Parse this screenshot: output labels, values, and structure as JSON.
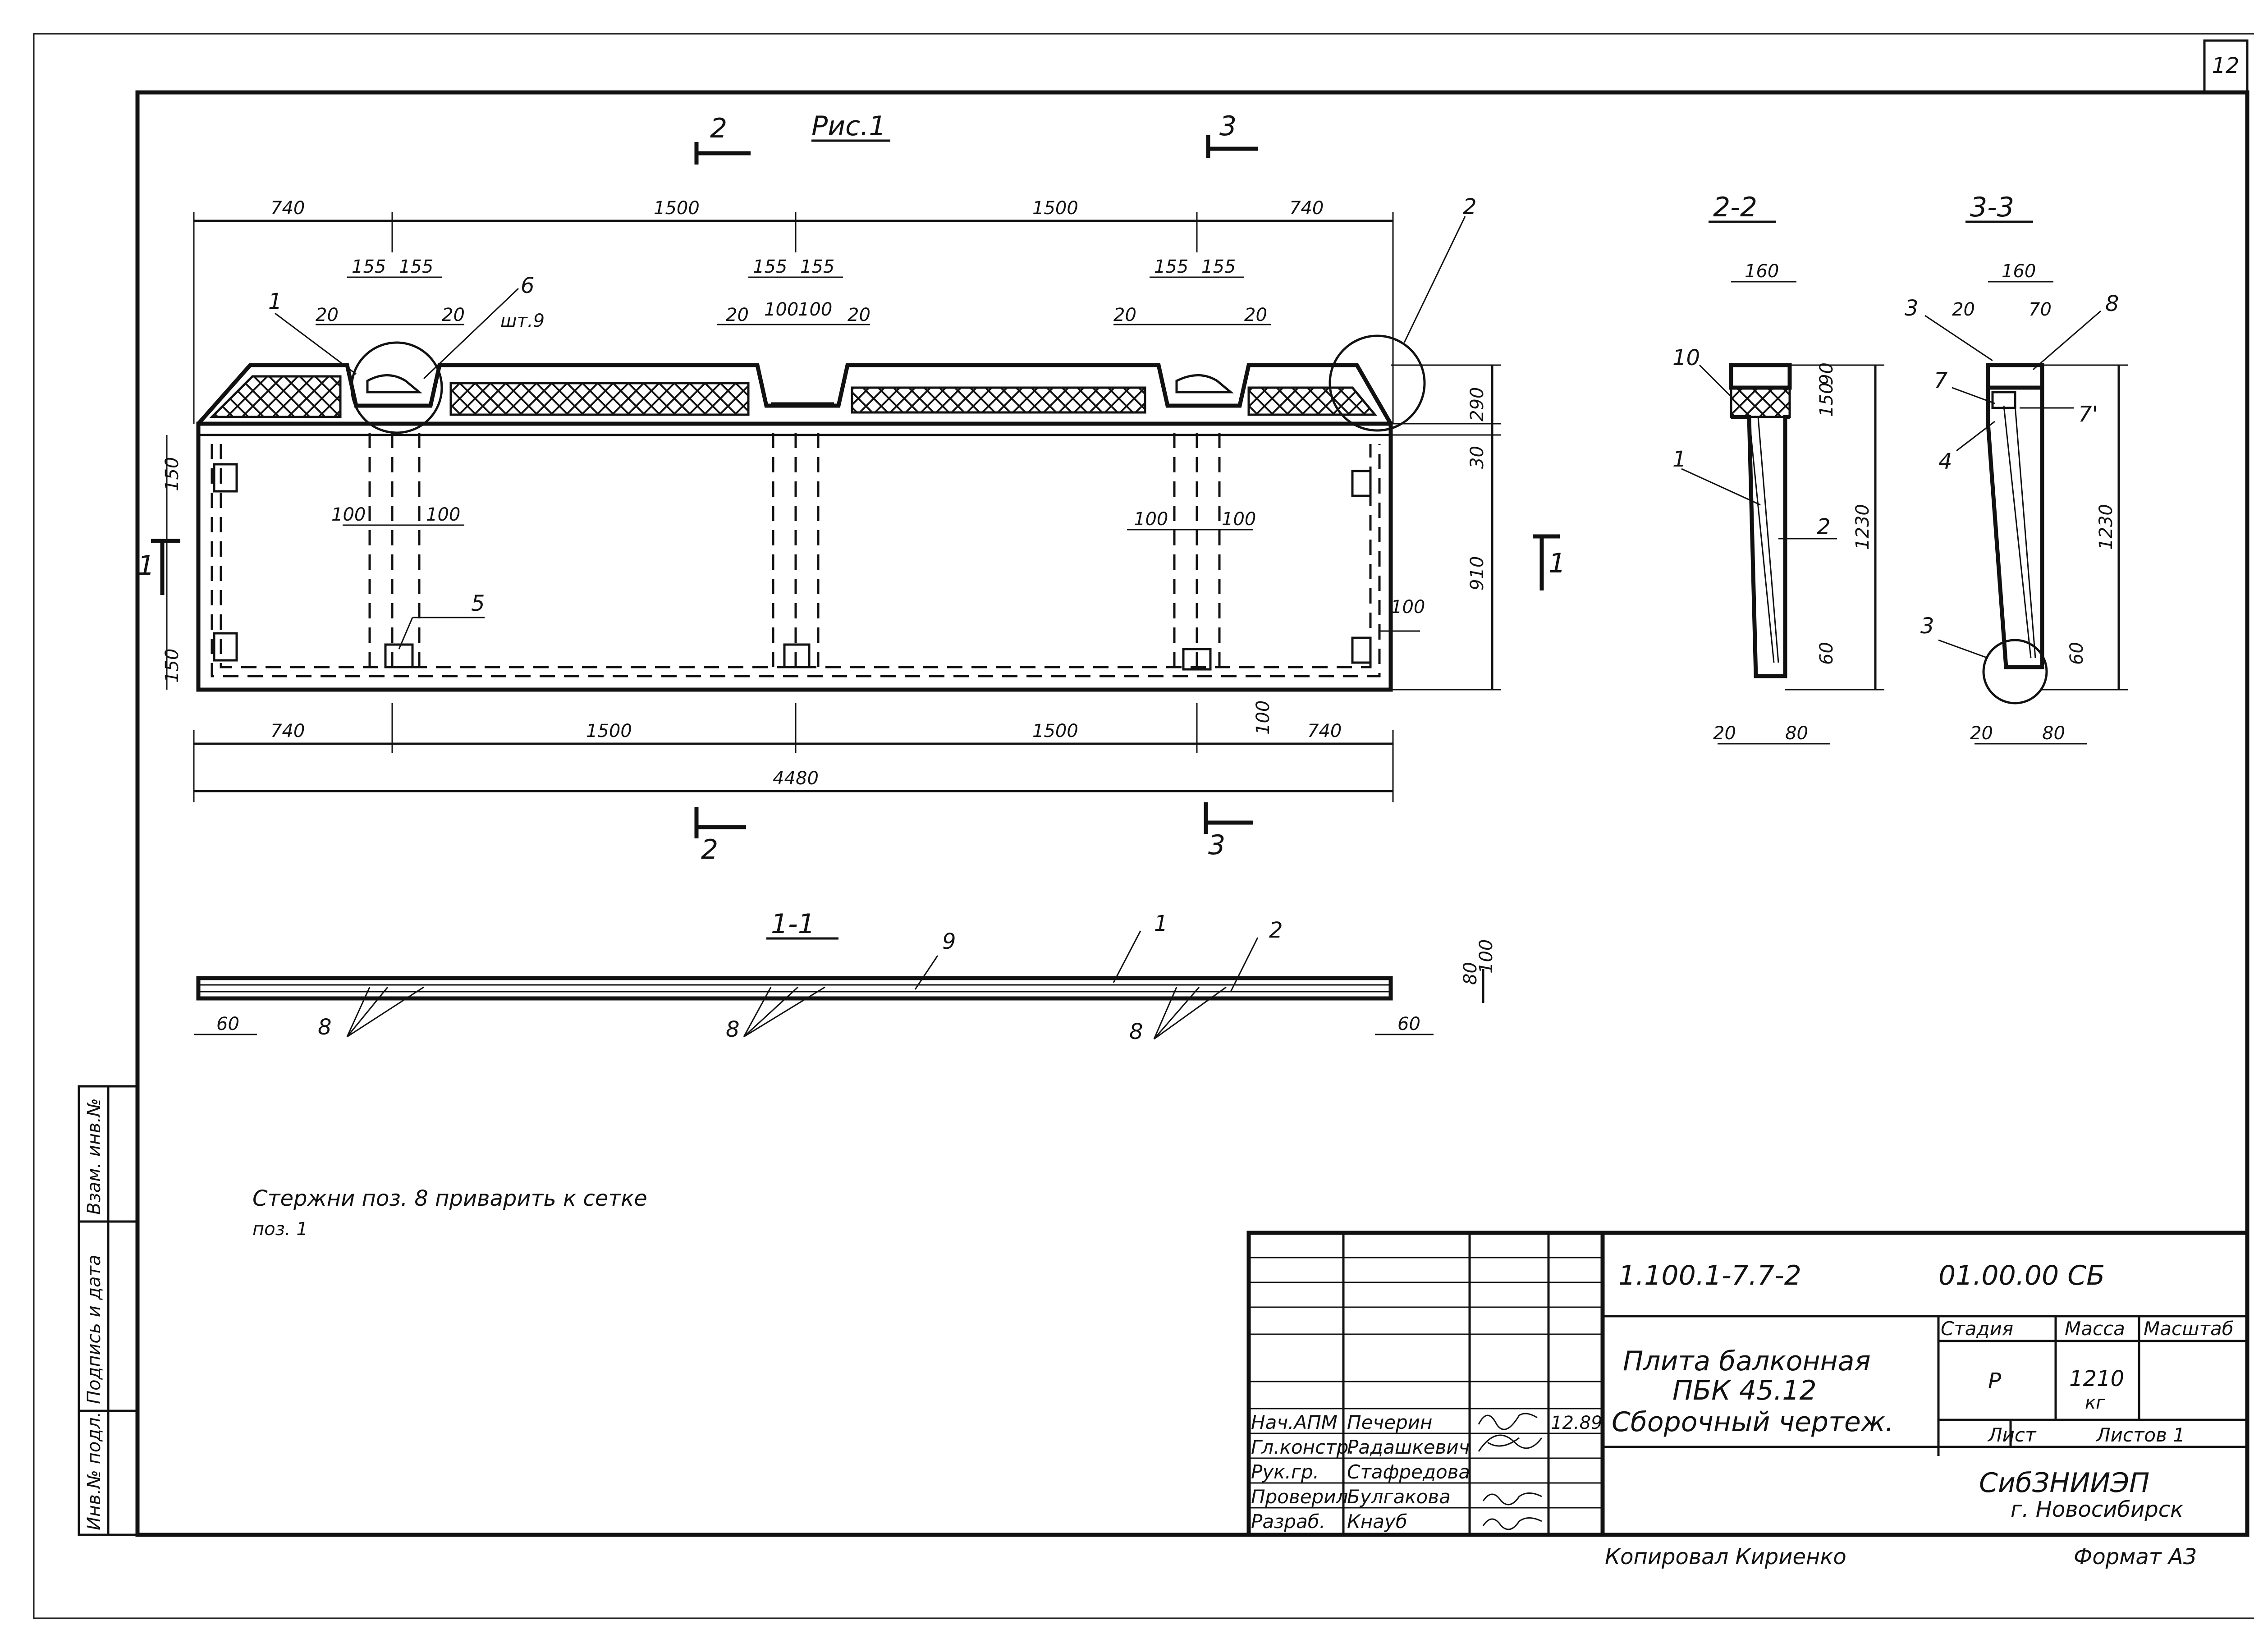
{
  "sheet": {
    "number": "12",
    "format": "Формат А3",
    "copied_by": "Копировал   Кириенко"
  },
  "plan": {
    "title": "Рис.1",
    "top_dims": [
      "740",
      "1500",
      "1500",
      "740"
    ],
    "bottom_dims": [
      "740",
      "1500",
      "1500",
      "740"
    ],
    "overall": "4480",
    "notch_dims": [
      "155",
      "155",
      "155",
      "155",
      "155",
      "155"
    ],
    "gap_dims": [
      "20",
      "20",
      "20",
      "20",
      "20",
      "20"
    ],
    "mid_notch": [
      "100",
      "100"
    ],
    "side_dims": [
      "290",
      "30",
      "910"
    ],
    "left_dims": [
      "150",
      "150"
    ],
    "inner_dims": [
      "100",
      "100",
      "100",
      "100"
    ],
    "right_small": "100",
    "bottom_small": "100",
    "pos_labels": [
      "1",
      "6",
      "шт.9",
      "2",
      "5"
    ],
    "section_marks": [
      "2",
      "3",
      "2",
      "3",
      "1",
      "1"
    ]
  },
  "section_11": {
    "title": "1-1",
    "labels": [
      "9",
      "1",
      "2",
      "8",
      "8",
      "8"
    ],
    "dims": [
      "60",
      "60",
      "80",
      "100"
    ]
  },
  "section_22": {
    "title": "2-2",
    "labels": [
      "10",
      "1",
      "2"
    ],
    "dims": [
      "160",
      "90",
      "150",
      "1230",
      "60",
      "20",
      "80"
    ]
  },
  "section_33": {
    "title": "3-3",
    "labels": [
      "3",
      "8",
      "7",
      "7'",
      "4",
      "3"
    ],
    "dims": [
      "160",
      "20",
      "70",
      "1230",
      "60",
      "20",
      "80"
    ]
  },
  "note": [
    "Стержни   поз. 8   приварить   к   сетке",
    "поз. 1"
  ],
  "side_stamp": [
    "Инв.№ подл.",
    "Подпись и дата",
    "Взам. инв.№"
  ],
  "title_block": {
    "doc_code": "1.100.1-7.7-2",
    "drawing_code": "01.00.00 СБ",
    "name_line1": "Плита   балконная",
    "name_line2": "ПБК 45.12",
    "name_line3": "Сборочный    чертеж.",
    "headers": [
      "Стадия",
      "Масса",
      "Масштаб"
    ],
    "stage": "Р",
    "mass": "1210",
    "mass_unit": "кг",
    "sheet_label": "Лист",
    "sheets_label": "Листов 1",
    "org": "СибЗНИИЭП",
    "city": "г. Новосибирск",
    "roles": [
      "Нач.АПМ",
      "Гл.констр.",
      "Рук.гр.",
      "Проверил",
      "Разраб."
    ],
    "names": [
      "Печерин",
      "Радашкевич",
      "Стафредова",
      "Булгакова",
      "Кнауб"
    ],
    "date": "12.89"
  }
}
